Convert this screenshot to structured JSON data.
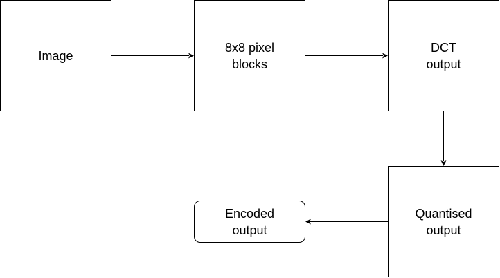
{
  "diagram": {
    "nodes": {
      "image": {
        "label": "Image"
      },
      "blocks": {
        "label": "8x8 pixel\nblocks"
      },
      "dct": {
        "label": "DCT\noutput"
      },
      "quantised": {
        "label": "Quantised\noutput"
      },
      "encoded": {
        "label": "Encoded\noutput"
      }
    },
    "edges": [
      {
        "from": "image",
        "to": "blocks"
      },
      {
        "from": "blocks",
        "to": "dct"
      },
      {
        "from": "dct",
        "to": "quantised"
      },
      {
        "from": "quantised",
        "to": "encoded"
      }
    ],
    "colors": {
      "stroke": "#000000",
      "fill": "#ffffff",
      "text": "#000000"
    }
  }
}
